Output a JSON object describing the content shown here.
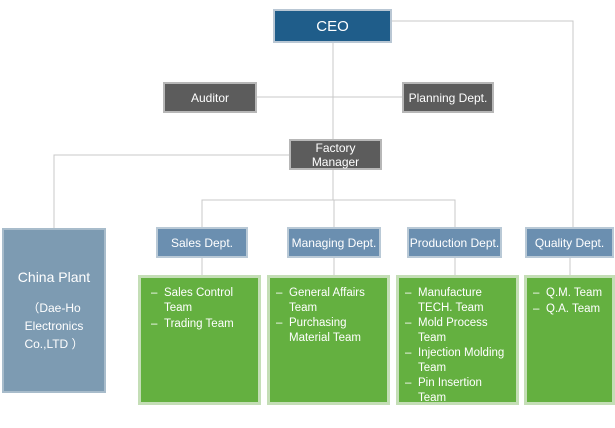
{
  "ceo": "CEO",
  "auditor": "Auditor",
  "planning": "Planning Dept.",
  "factory_manager": "Factory Manager",
  "china_plant": {
    "title": "China Plant",
    "line1": "（Dae-Ho",
    "line2": "Electronics",
    "line3": "Co.,LTD ）"
  },
  "departments": [
    {
      "label": "Sales Dept.",
      "teams": [
        "Sales Control Team",
        "Trading Team"
      ]
    },
    {
      "label": "Managing Dept.",
      "teams": [
        "General Affairs Team",
        "Purchasing Material Team"
      ]
    },
    {
      "label": "Production Dept.",
      "teams": [
        "Manufacture TECH. Team",
        "Mold Process Team",
        "Injection Molding Team",
        "Pin  Insertion Team"
      ]
    },
    {
      "label": "Quality Dept.",
      "teams": [
        "Q.M. Team",
        "Q.A. Team"
      ]
    }
  ],
  "colors": {
    "ceo": "#1f5d8a",
    "gray_box": "#5c5c5c",
    "dept_box": "#6b8fb0",
    "china_box": "#7d9bb2",
    "team_box": "#64b040",
    "connector": "#c8c8c8"
  }
}
